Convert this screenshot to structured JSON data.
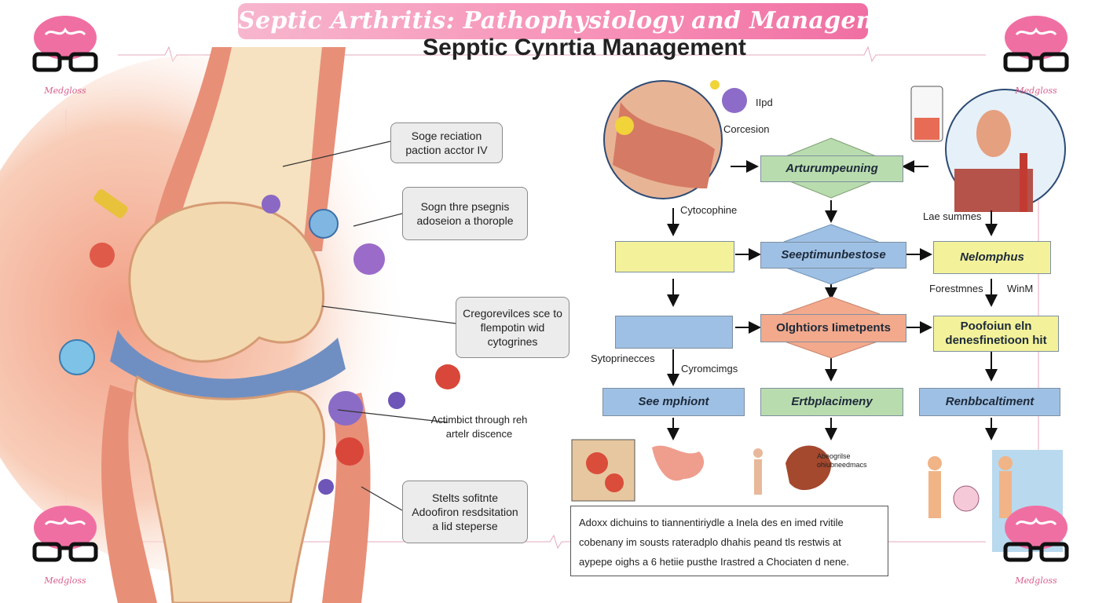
{
  "banner": {
    "title": "Septic Arthritis: Pathophysiology and Management"
  },
  "subtitle": "Sepptic Cynrtia Management",
  "logo": {
    "text": "Medgloss"
  },
  "anatomy_labels": [
    "Soge reciation paction acctor IV",
    "Sogn thre psegnis adoseion a thorople",
    "Cregorevilces sce to flempotin wid cytogrines",
    "Actimbict through reh artelr discence",
    "Stelts sofitnte Adoofiron resdsitation a lid steperse"
  ],
  "flow": {
    "row1": {
      "center": "Arturumpeuning"
    },
    "row2": {
      "center": "Seeptimunbestose",
      "right": "Nelomphus"
    },
    "row3": {
      "center": "Olghtiors Iimetpents",
      "right": "Poofoiun eln denesfinetioon hit"
    },
    "row4": {
      "left": "See mphiont",
      "center": "Ertbplacimeny",
      "right": "Renbbcaltiment"
    }
  },
  "flow_labels": {
    "lipid": "IIpd",
    "corcesion": "Corcesion",
    "cytocophine": "Cytocophine",
    "lae_summes": "Lae summes",
    "forestmnes": "Forestmnes",
    "winm": "WinM",
    "sytoprinecces": "Sytoprinecces",
    "cyromcimgs": "Cyromcimgs",
    "abeogrilse": "Abeogrilse ohiubneedmacs"
  },
  "summary": [
    "Adoxx dichuins to tiannentiriydle a Inela des en imed rvitile",
    "cobenany im sousts rateradplo dhahis peand tls restwis at",
    "aypepe oighs a 6 hetiie pusthe Irastred a Chociaten d nene."
  ],
  "colors": {
    "banner": "#f78fb6",
    "brain": "#f06fa3",
    "blue_box": "#9ec0e4",
    "green_box": "#b9dcae",
    "yellow_box": "#f3f29a",
    "salmon_box": "#f3a98c"
  }
}
